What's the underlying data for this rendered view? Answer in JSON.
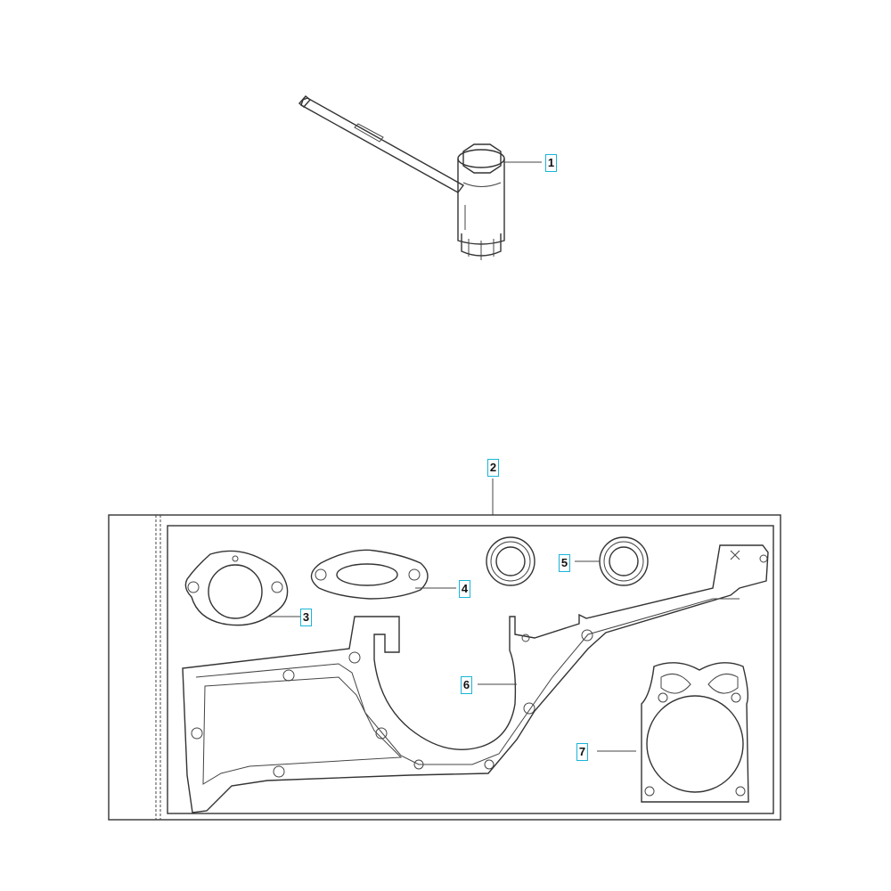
{
  "diagram": {
    "callouts": [
      {
        "id": "callout-1",
        "label": "1"
      },
      {
        "id": "callout-2",
        "label": "2"
      },
      {
        "id": "callout-3",
        "label": "3"
      },
      {
        "id": "callout-4",
        "label": "4"
      },
      {
        "id": "callout-5",
        "label": "5"
      },
      {
        "id": "callout-6",
        "label": "6"
      },
      {
        "id": "callout-7",
        "label": "7"
      }
    ],
    "colors": {
      "callout_border": "#19b4d8",
      "line": "#333333",
      "background": "#ffffff"
    }
  }
}
